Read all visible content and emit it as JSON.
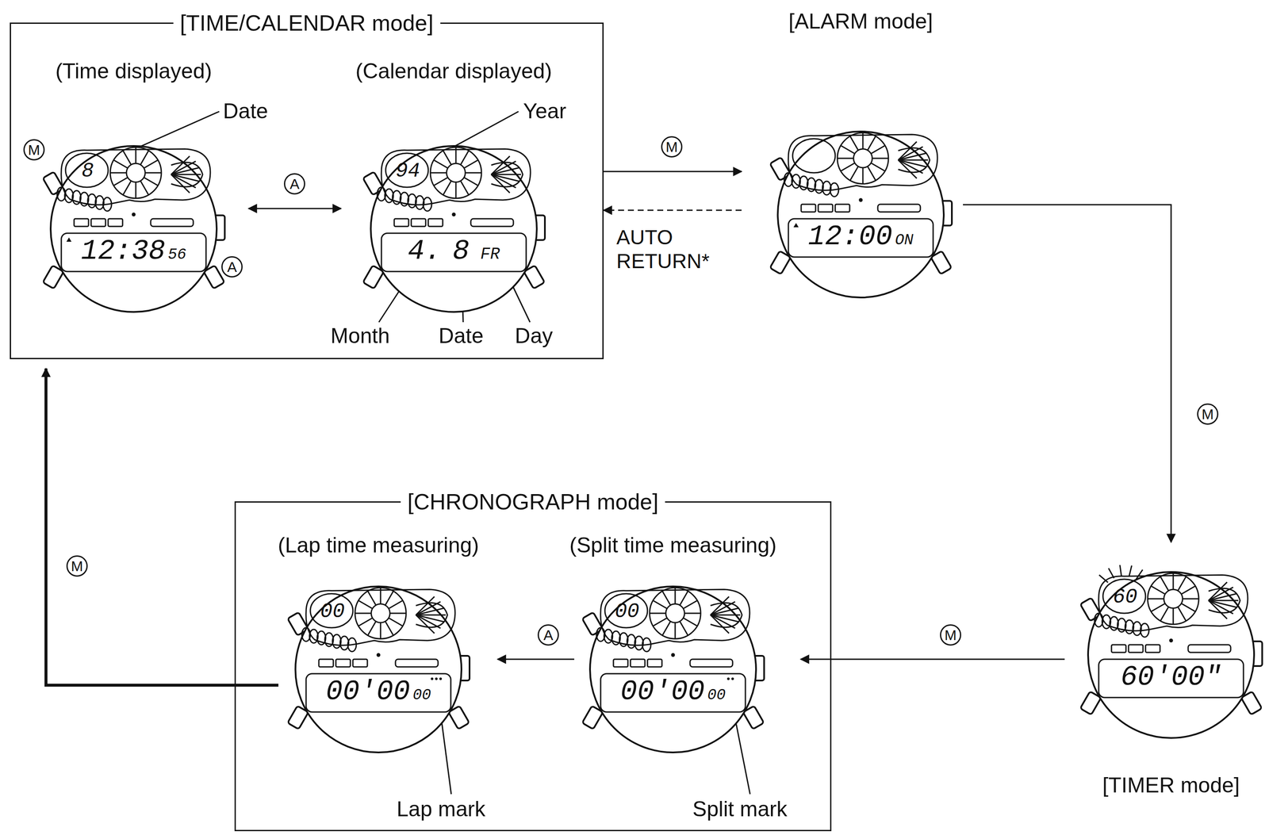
{
  "diagram": {
    "nodes": [
      {
        "text": [
          "[TIME/CALENDAR mode]"
        ]
      },
      {
        "text": [
          "(Time displayed)",
          "8",
          "12:38",
          "56"
        ],
        "in": 0
      },
      {
        "text": [
          "(Calendar displayed)",
          "94",
          "4.",
          "8",
          "FR"
        ],
        "in": 0
      },
      {
        "text": [
          "[ALARM mode]",
          "12:00",
          "ON"
        ]
      },
      {
        "text": [
          "60",
          "60'00\"",
          "[TIMER mode]"
        ]
      },
      {
        "text": [
          "[CHRONOGRAPH mode]"
        ]
      },
      {
        "text": [
          "(Lap time measuring)",
          "00",
          "00'00",
          "00"
        ],
        "in": 5
      },
      {
        "text": [
          "(Split time measuring)",
          "00",
          "00'00",
          "00"
        ],
        "in": 5
      }
    ],
    "edges": [
      {
        "from": 1,
        "to": 2,
        "label": "A",
        "arrow": "both"
      },
      {
        "from": 0,
        "to": 3,
        "label": "M",
        "arrow": "to"
      },
      {
        "from": 3,
        "to": 0,
        "label": "AUTO RETURN*",
        "arrow": "to"
      },
      {
        "from": 3,
        "to": 4,
        "label": "M",
        "arrow": "to"
      },
      {
        "from": 4,
        "to": 7,
        "label": "M",
        "arrow": "to"
      },
      {
        "from": 7,
        "to": 6,
        "label": "A",
        "arrow": "to"
      },
      {
        "from": 5,
        "to": 0,
        "label": "M",
        "arrow": "to"
      }
    ],
    "labels": [
      "Date",
      "Year",
      "Month",
      "Date",
      "Day",
      "Lap mark",
      "Split mark",
      "M",
      "A"
    ]
  }
}
